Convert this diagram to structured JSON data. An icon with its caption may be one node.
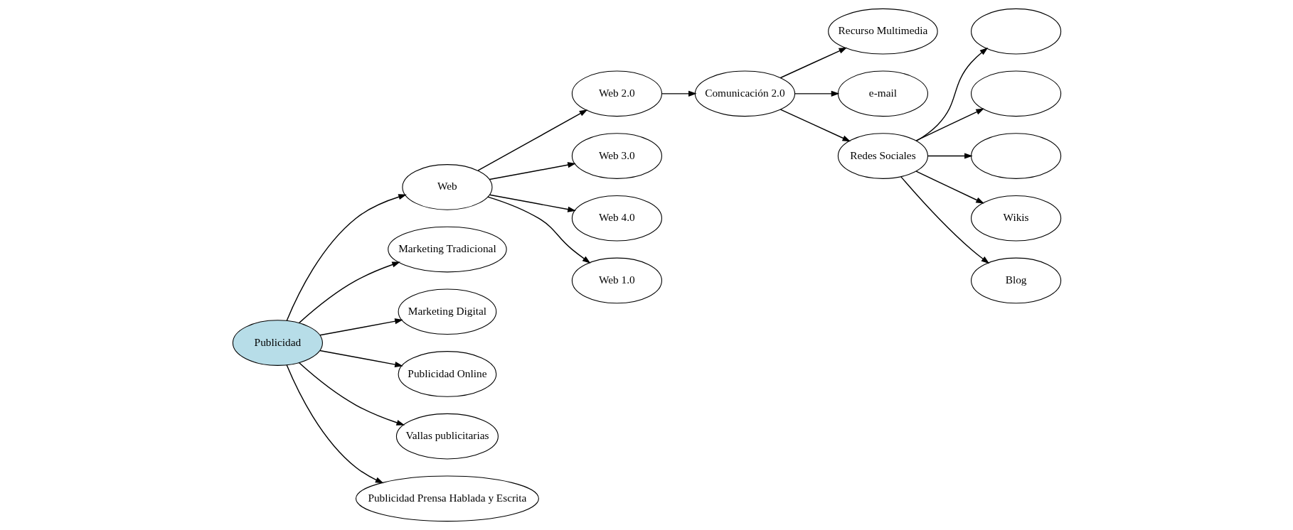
{
  "diagram": {
    "nodes": [
      {
        "text": [
          "Publicidad"
        ]
      },
      {
        "text": [
          "Web"
        ]
      },
      {
        "text": [
          "Web 2.0"
        ]
      },
      {
        "text": [
          "Web 3.0"
        ]
      },
      {
        "text": [
          "Web 4.0"
        ]
      },
      {
        "text": [
          "Web 1.0"
        ]
      },
      {
        "text": [
          "Comunicación 2.0"
        ]
      },
      {
        "text": [
          "Recurso Multimedia"
        ]
      },
      {
        "text": [
          "e-mail"
        ]
      },
      {
        "text": [
          "Redes Sociales"
        ]
      },
      {
        "text": [],
        "shape": "ellipse"
      },
      {
        "text": [],
        "shape": "ellipse"
      },
      {
        "text": [],
        "shape": "ellipse"
      },
      {
        "text": [
          "Wikis"
        ]
      },
      {
        "text": [
          "Blog"
        ]
      },
      {
        "text": [
          "Marketing Tradicional"
        ]
      },
      {
        "text": [
          "Marketing Digital"
        ]
      },
      {
        "text": [
          "Publicidad Online"
        ]
      },
      {
        "text": [
          "Vallas publicitarias"
        ]
      },
      {
        "text": [
          "Publicidad Prensa Hablada y Escrita"
        ]
      }
    ],
    "edges": [
      {
        "from": 0,
        "to": 1,
        "arrow": "to"
      },
      {
        "from": 1,
        "to": 2,
        "arrow": "to"
      },
      {
        "from": 1,
        "to": 3,
        "arrow": "to"
      },
      {
        "from": 1,
        "to": 4,
        "arrow": "to"
      },
      {
        "from": 1,
        "to": 5,
        "arrow": "to"
      },
      {
        "from": 2,
        "to": 6,
        "arrow": "to"
      },
      {
        "from": 6,
        "to": 7,
        "arrow": "to"
      },
      {
        "from": 6,
        "to": 8,
        "arrow": "to"
      },
      {
        "from": 6,
        "to": 9,
        "arrow": "to"
      },
      {
        "from": 9,
        "to": 10,
        "arrow": "to"
      },
      {
        "from": 9,
        "to": 11,
        "arrow": "to"
      },
      {
        "from": 9,
        "to": 12,
        "arrow": "to"
      },
      {
        "from": 9,
        "to": 13,
        "arrow": "to"
      },
      {
        "from": 9,
        "to": 14,
        "arrow": "to"
      },
      {
        "from": 0,
        "to": 15,
        "arrow": "to"
      },
      {
        "from": 0,
        "to": 16,
        "arrow": "to"
      },
      {
        "from": 0,
        "to": 17,
        "arrow": "to"
      },
      {
        "from": 0,
        "to": 18,
        "arrow": "to"
      },
      {
        "from": 0,
        "to": 19,
        "arrow": "to"
      }
    ]
  }
}
